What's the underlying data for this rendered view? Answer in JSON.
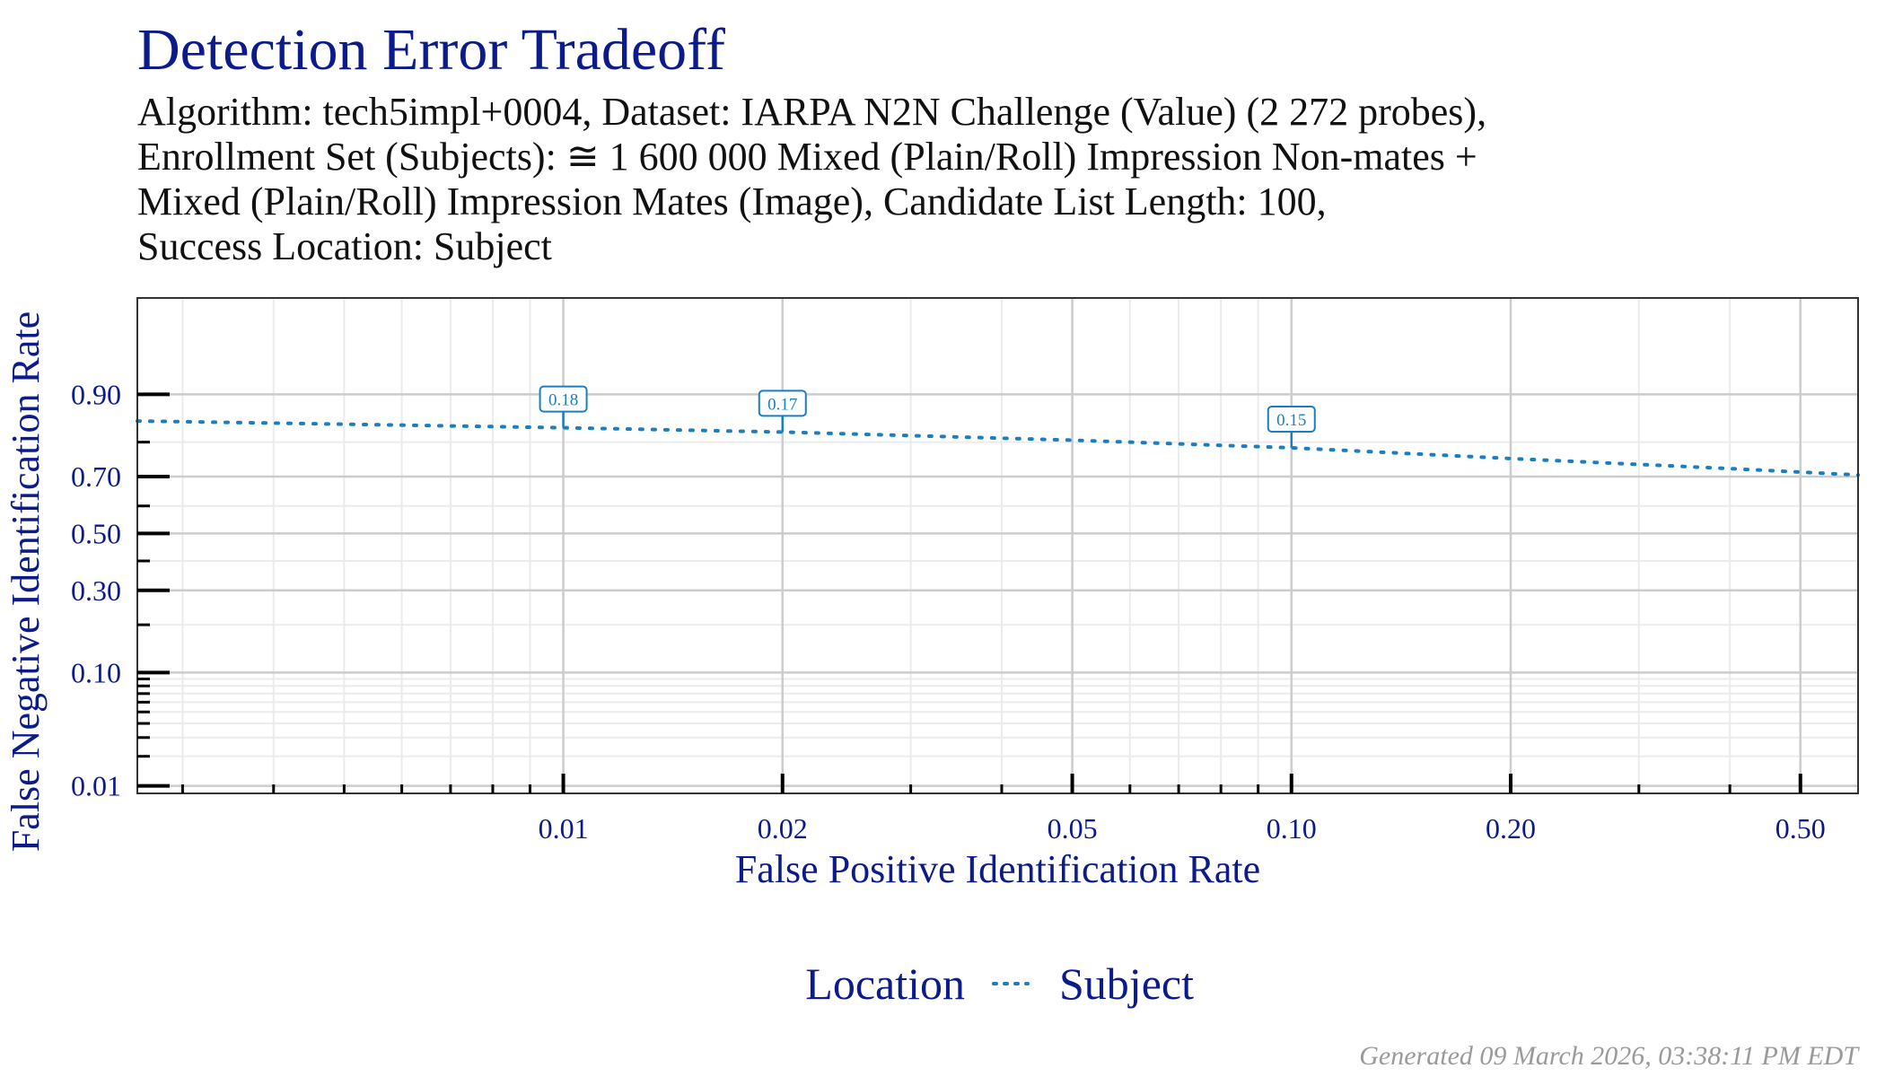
{
  "chart_data": {
    "type": "line",
    "title": "Detection Error Tradeoff",
    "subtitle_lines": [
      "Algorithm: tech5impl+0004, Dataset: IARPA N2N Challenge (Value) (2 272 probes),",
      "Enrollment Set (Subjects):  ≅ 1 600 000 Mixed (Plain/Roll) Impression Non-mates +",
      "Mixed (Plain/Roll) Impression Mates (Image), Candidate List Length: 100,",
      "Success Location: Subject"
    ],
    "xlabel": "False Positive Identification Rate",
    "ylabel": "False Negative Identification Rate",
    "x_scale": "log",
    "y_scale": "probit",
    "xlim": [
      0.0026,
      0.6
    ],
    "ylim": [
      0.0083,
      0.985
    ],
    "x_ticks": [
      {
        "value": 0.01,
        "label": "0.01"
      },
      {
        "value": 0.02,
        "label": "0.02"
      },
      {
        "value": 0.05,
        "label": "0.05"
      },
      {
        "value": 0.1,
        "label": "0.10"
      },
      {
        "value": 0.2,
        "label": "0.20"
      },
      {
        "value": 0.5,
        "label": "0.50"
      }
    ],
    "y_ticks": [
      {
        "value": 0.01,
        "label": "0.01"
      },
      {
        "value": 0.1,
        "label": "0.10"
      },
      {
        "value": 0.3,
        "label": "0.30"
      },
      {
        "value": 0.5,
        "label": "0.50"
      },
      {
        "value": 0.7,
        "label": "0.70"
      },
      {
        "value": 0.9,
        "label": "0.90"
      }
    ],
    "grid": true,
    "legend": {
      "position": "bottom",
      "title": "Location",
      "entries": [
        {
          "label": "Subject",
          "color": "#1a7fc1",
          "line_style": "dotted"
        }
      ]
    },
    "series": [
      {
        "name": "Subject",
        "color": "#1a7fc1",
        "line_style": "dotted",
        "x": [
          0.0026,
          0.005,
          0.01,
          0.02,
          0.05,
          0.1,
          0.2,
          0.4,
          0.6
        ],
        "y": [
          0.85,
          0.843,
          0.835,
          0.825,
          0.805,
          0.785,
          0.755,
          0.725,
          0.705
        ]
      }
    ],
    "annotations": [
      {
        "x": 0.01,
        "y": 0.835,
        "label": "0.18"
      },
      {
        "x": 0.02,
        "y": 0.825,
        "label": "0.17"
      },
      {
        "x": 0.1,
        "y": 0.785,
        "label": "0.15"
      }
    ],
    "colors": {
      "title": "#0b1b8c",
      "axis_text": "#0b1b8c",
      "series": "#1a7fc1",
      "grid_major": "#cccccc",
      "grid_minor": "#ebebeb"
    }
  },
  "footer": "Generated 09 March 2026, 03:38:11 PM EDT"
}
